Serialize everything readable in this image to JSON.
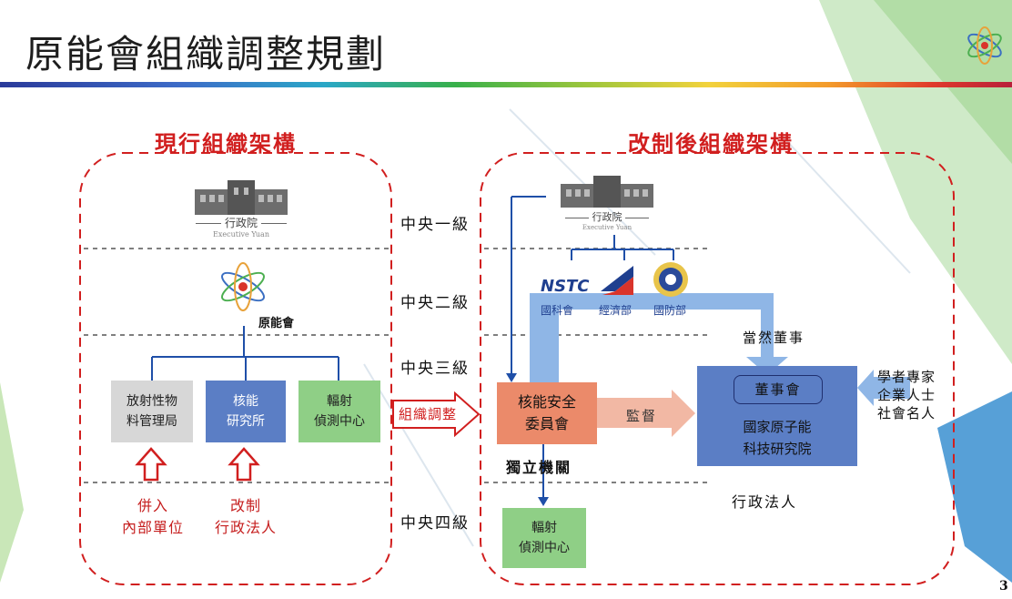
{
  "title": "原能會組織調整規劃",
  "page_number": "3",
  "current": {
    "heading": "現行組織架構",
    "executive_yuan": {
      "name": "行政院",
      "name_en": "Executive Yuan"
    },
    "aec_label": "原能會",
    "units": [
      {
        "line1": "放射性物",
        "line2": "料管理局",
        "color": "#d7d7d7"
      },
      {
        "line1": "核能",
        "line2": "研究所",
        "color": "#5b7ec5"
      },
      {
        "line1": "輻射",
        "line2": "偵測中心",
        "color": "#8fcf86"
      }
    ],
    "notes": [
      {
        "line1": "併入",
        "line2": "內部單位"
      },
      {
        "line1": "改制",
        "line2": "行政法人"
      }
    ]
  },
  "levels": [
    "中央一級",
    "中央二級",
    "中央三級",
    "中央四級"
  ],
  "transition_label": "組織調整",
  "future": {
    "heading": "改制後組織架構",
    "executive_yuan": {
      "name": "行政院",
      "name_en": "Executive Yuan"
    },
    "ministries": [
      {
        "logo": "NSTC",
        "label": "國科會"
      },
      {
        "label": "經濟部"
      },
      {
        "label": "國防部"
      }
    ],
    "commission": {
      "line1": "核能安全",
      "line2": "委員會"
    },
    "independent_label": "獨立機關",
    "supervise_label": "監督",
    "ex_officio_label": "當然董事",
    "board_label": "董事會",
    "institute": {
      "line1": "國家原子能",
      "line2": "科技研究院"
    },
    "legal_person_label": "行政法人",
    "external": [
      "學者專家",
      "企業人士",
      "社會名人"
    ],
    "radiation_center": {
      "line1": "輻射",
      "line2": "偵測中心"
    }
  },
  "colors": {
    "red": "#d11f1f",
    "blue_arrow": "#8fb6e6",
    "blue_box": "#5b7ec5",
    "salmon": "#eb8a6a",
    "green": "#8fcf86"
  }
}
